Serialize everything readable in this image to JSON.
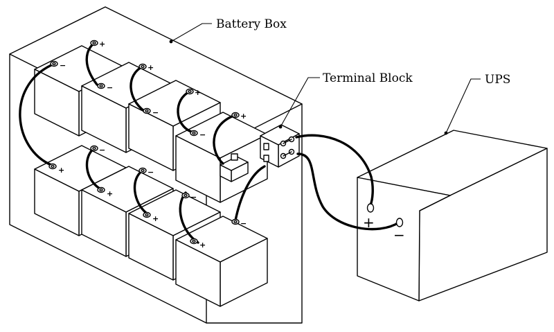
{
  "labels": {
    "battery_box": "Battery Box",
    "terminal_block": "Terminal Block",
    "ups": "UPS"
  },
  "polarity": {
    "plus": "+",
    "minus": "−"
  }
}
